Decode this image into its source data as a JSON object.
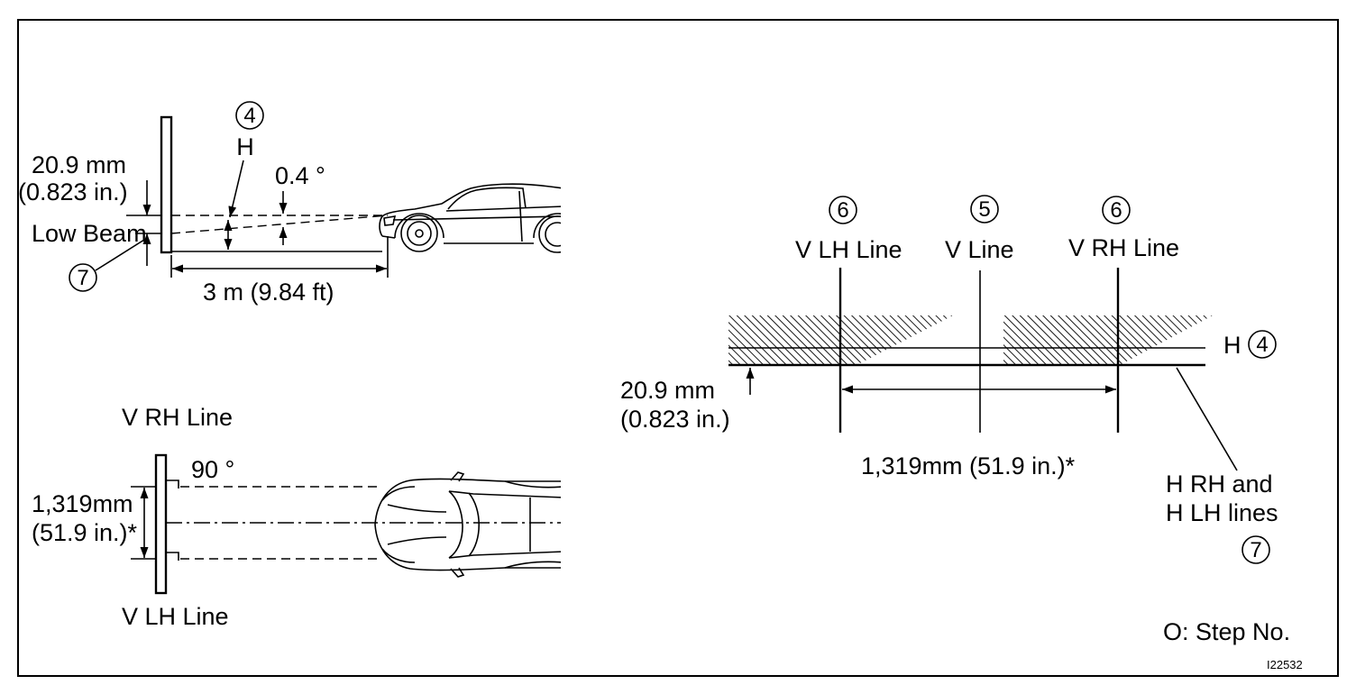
{
  "side_view": {
    "h_step": "4",
    "h_label": "H",
    "height_value": "20.9 mm",
    "height_value_in": "(0.823 in.)",
    "angle_label": "0.4 °",
    "low_beam_label": "Low Beam",
    "low_beam_step": "7",
    "distance_label": "3 m (9.84 ft)"
  },
  "top_view": {
    "v_rh_label": "V RH Line",
    "angle_label": "90 °",
    "width_value": "1,319mm",
    "width_value_in": "(51.9 in.)*",
    "v_lh_label": "V LH Line"
  },
  "screen": {
    "lines": [
      {
        "step": "6",
        "label": "V LH Line"
      },
      {
        "step": "5",
        "label": "V Line"
      },
      {
        "step": "6",
        "label": "V RH Line"
      }
    ],
    "h_label": "H",
    "h_step": "4",
    "offset_value": "20.9 mm",
    "offset_value_in": "(0.823 in.)",
    "spacing_label": "1,319mm (51.9 in.)*",
    "h_lines_label_1": "H RH and",
    "h_lines_label_2": "H LH lines",
    "h_lines_step": "7"
  },
  "legend": "O: Step No.",
  "figure_code": "I22532"
}
